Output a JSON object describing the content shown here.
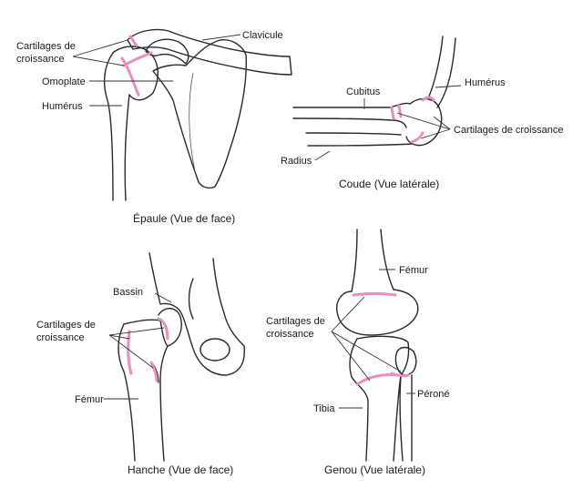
{
  "colors": {
    "cartilage": "#e98fbf",
    "line": "#2a2a2a"
  },
  "shoulder": {
    "caption": "Épaule (Vue de face)",
    "label_cartilage_1": "Cartilages de",
    "label_cartilage_2": "croissance",
    "label_clavicle": "Clavicule",
    "label_scapula": "Omoplate",
    "label_humerus": "Humérus"
  },
  "elbow": {
    "caption": "Coude (Vue latérale)",
    "label_ulna": "Cubitus",
    "label_humerus": "Humérus",
    "label_cartilage": "Cartilages de croissance",
    "label_radius": "Radius"
  },
  "hip": {
    "caption": "Hanche (Vue de face)",
    "label_pelvis": "Bassin",
    "label_cartilage_1": "Cartilages de",
    "label_cartilage_2": "croissance",
    "label_femur": "Fémur"
  },
  "knee": {
    "caption": "Genou (Vue latérale)",
    "label_femur": "Fémur",
    "label_cartilage_1": "Cartilages de",
    "label_cartilage_2": "croissance",
    "label_fibula": "Péroné",
    "label_tibia": "Tibia"
  }
}
